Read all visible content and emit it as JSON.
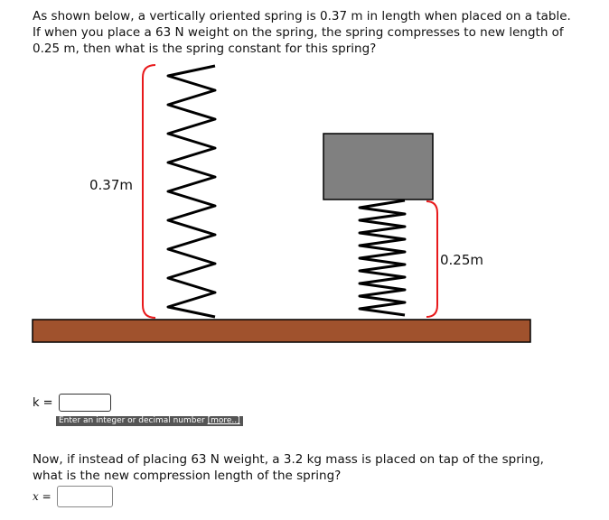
{
  "question1": {
    "text": "As shown below, a vertically oriented spring is 0.37 m in length when placed on a table. If when you place a 63 N weight on the spring, the spring compresses to new length of 0.25 m, then what is the spring constant for this spring?"
  },
  "figure": {
    "label_uncompressed": "0.37m",
    "label_compressed": "0.25m",
    "colors": {
      "table": "#a0522d",
      "weight": "#808080",
      "bracket": "#e8191b",
      "spring": "#000000"
    }
  },
  "answer_k": {
    "label": "k =",
    "value": "",
    "hint": "Enter an integer or decimal number",
    "hint_more": "[more..]"
  },
  "question2": {
    "text": "Now, if instead of placing 63 N weight, a 3.2 kg mass is placed on tap of the spring, what is the new compression length of the spring?"
  },
  "answer_x": {
    "label": "x =",
    "value": ""
  }
}
